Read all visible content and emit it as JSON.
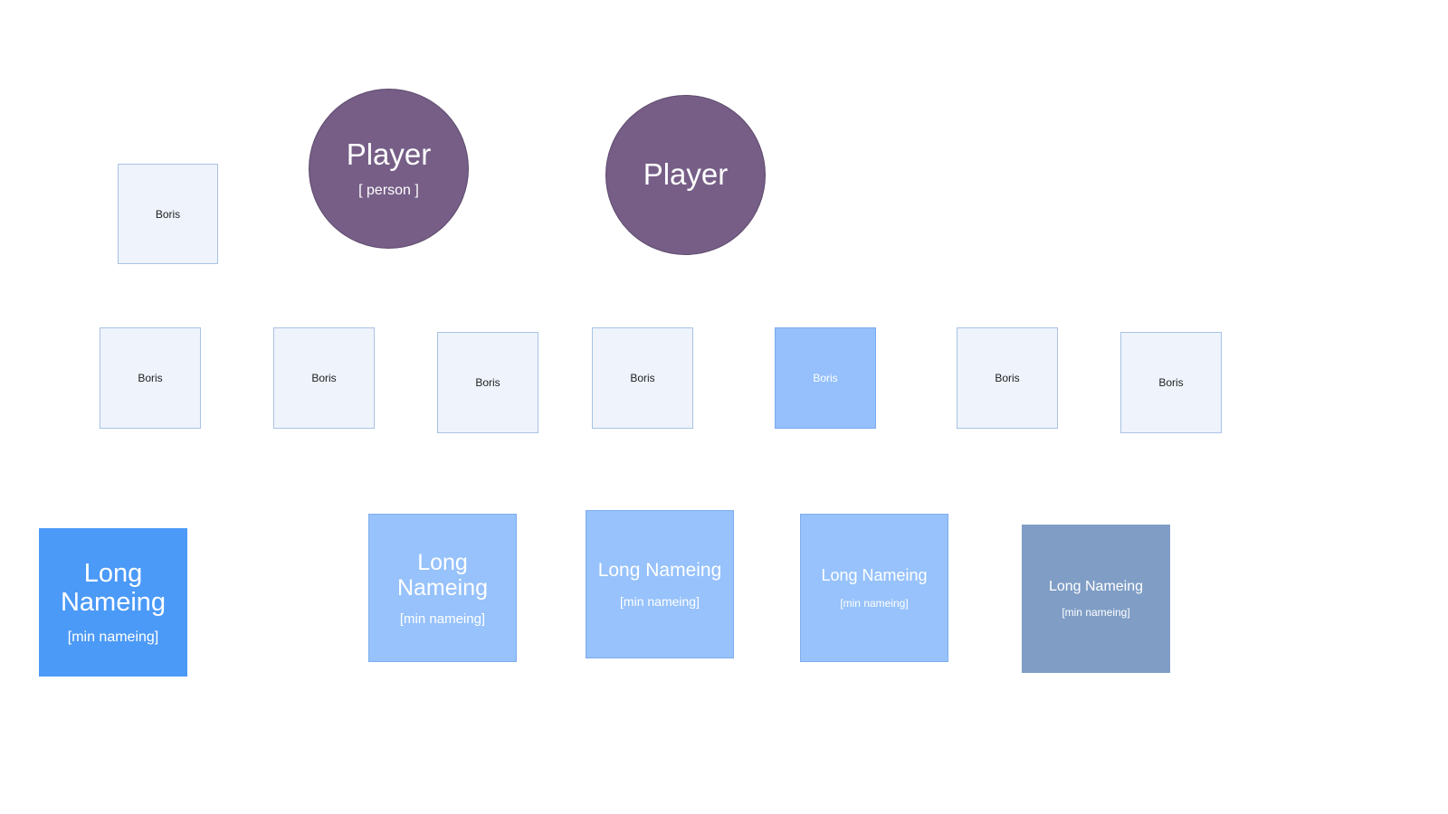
{
  "top_box": {
    "label": "Boris"
  },
  "players": [
    {
      "title": "Player",
      "subtitle": "[ person ]"
    },
    {
      "title": "Player",
      "subtitle": ""
    }
  ],
  "boxes": [
    {
      "label": "Boris"
    },
    {
      "label": "Boris"
    },
    {
      "label": "Boris"
    },
    {
      "label": "Boris"
    },
    {
      "label": "Boris"
    },
    {
      "label": "Boris"
    },
    {
      "label": "Boris"
    }
  ],
  "cards": [
    {
      "title": "Long Nameing",
      "subtitle": "[min nameing]"
    },
    {
      "title": "Long Nameing",
      "subtitle": "[min nameing]"
    },
    {
      "title": "Long Nameing",
      "subtitle": "[min nameing]"
    },
    {
      "title": "Long Nameing",
      "subtitle": "[min nameing]"
    },
    {
      "title": "Long Nameing",
      "subtitle": "[min nameing]"
    }
  ],
  "colors": {
    "box_light": "#eef3fc",
    "box_selected": "#95c0fb",
    "player": "#765e87",
    "card_primary": "#4c9af7",
    "card_light": "#97c2fb",
    "card_muted": "#7f9dc5"
  }
}
